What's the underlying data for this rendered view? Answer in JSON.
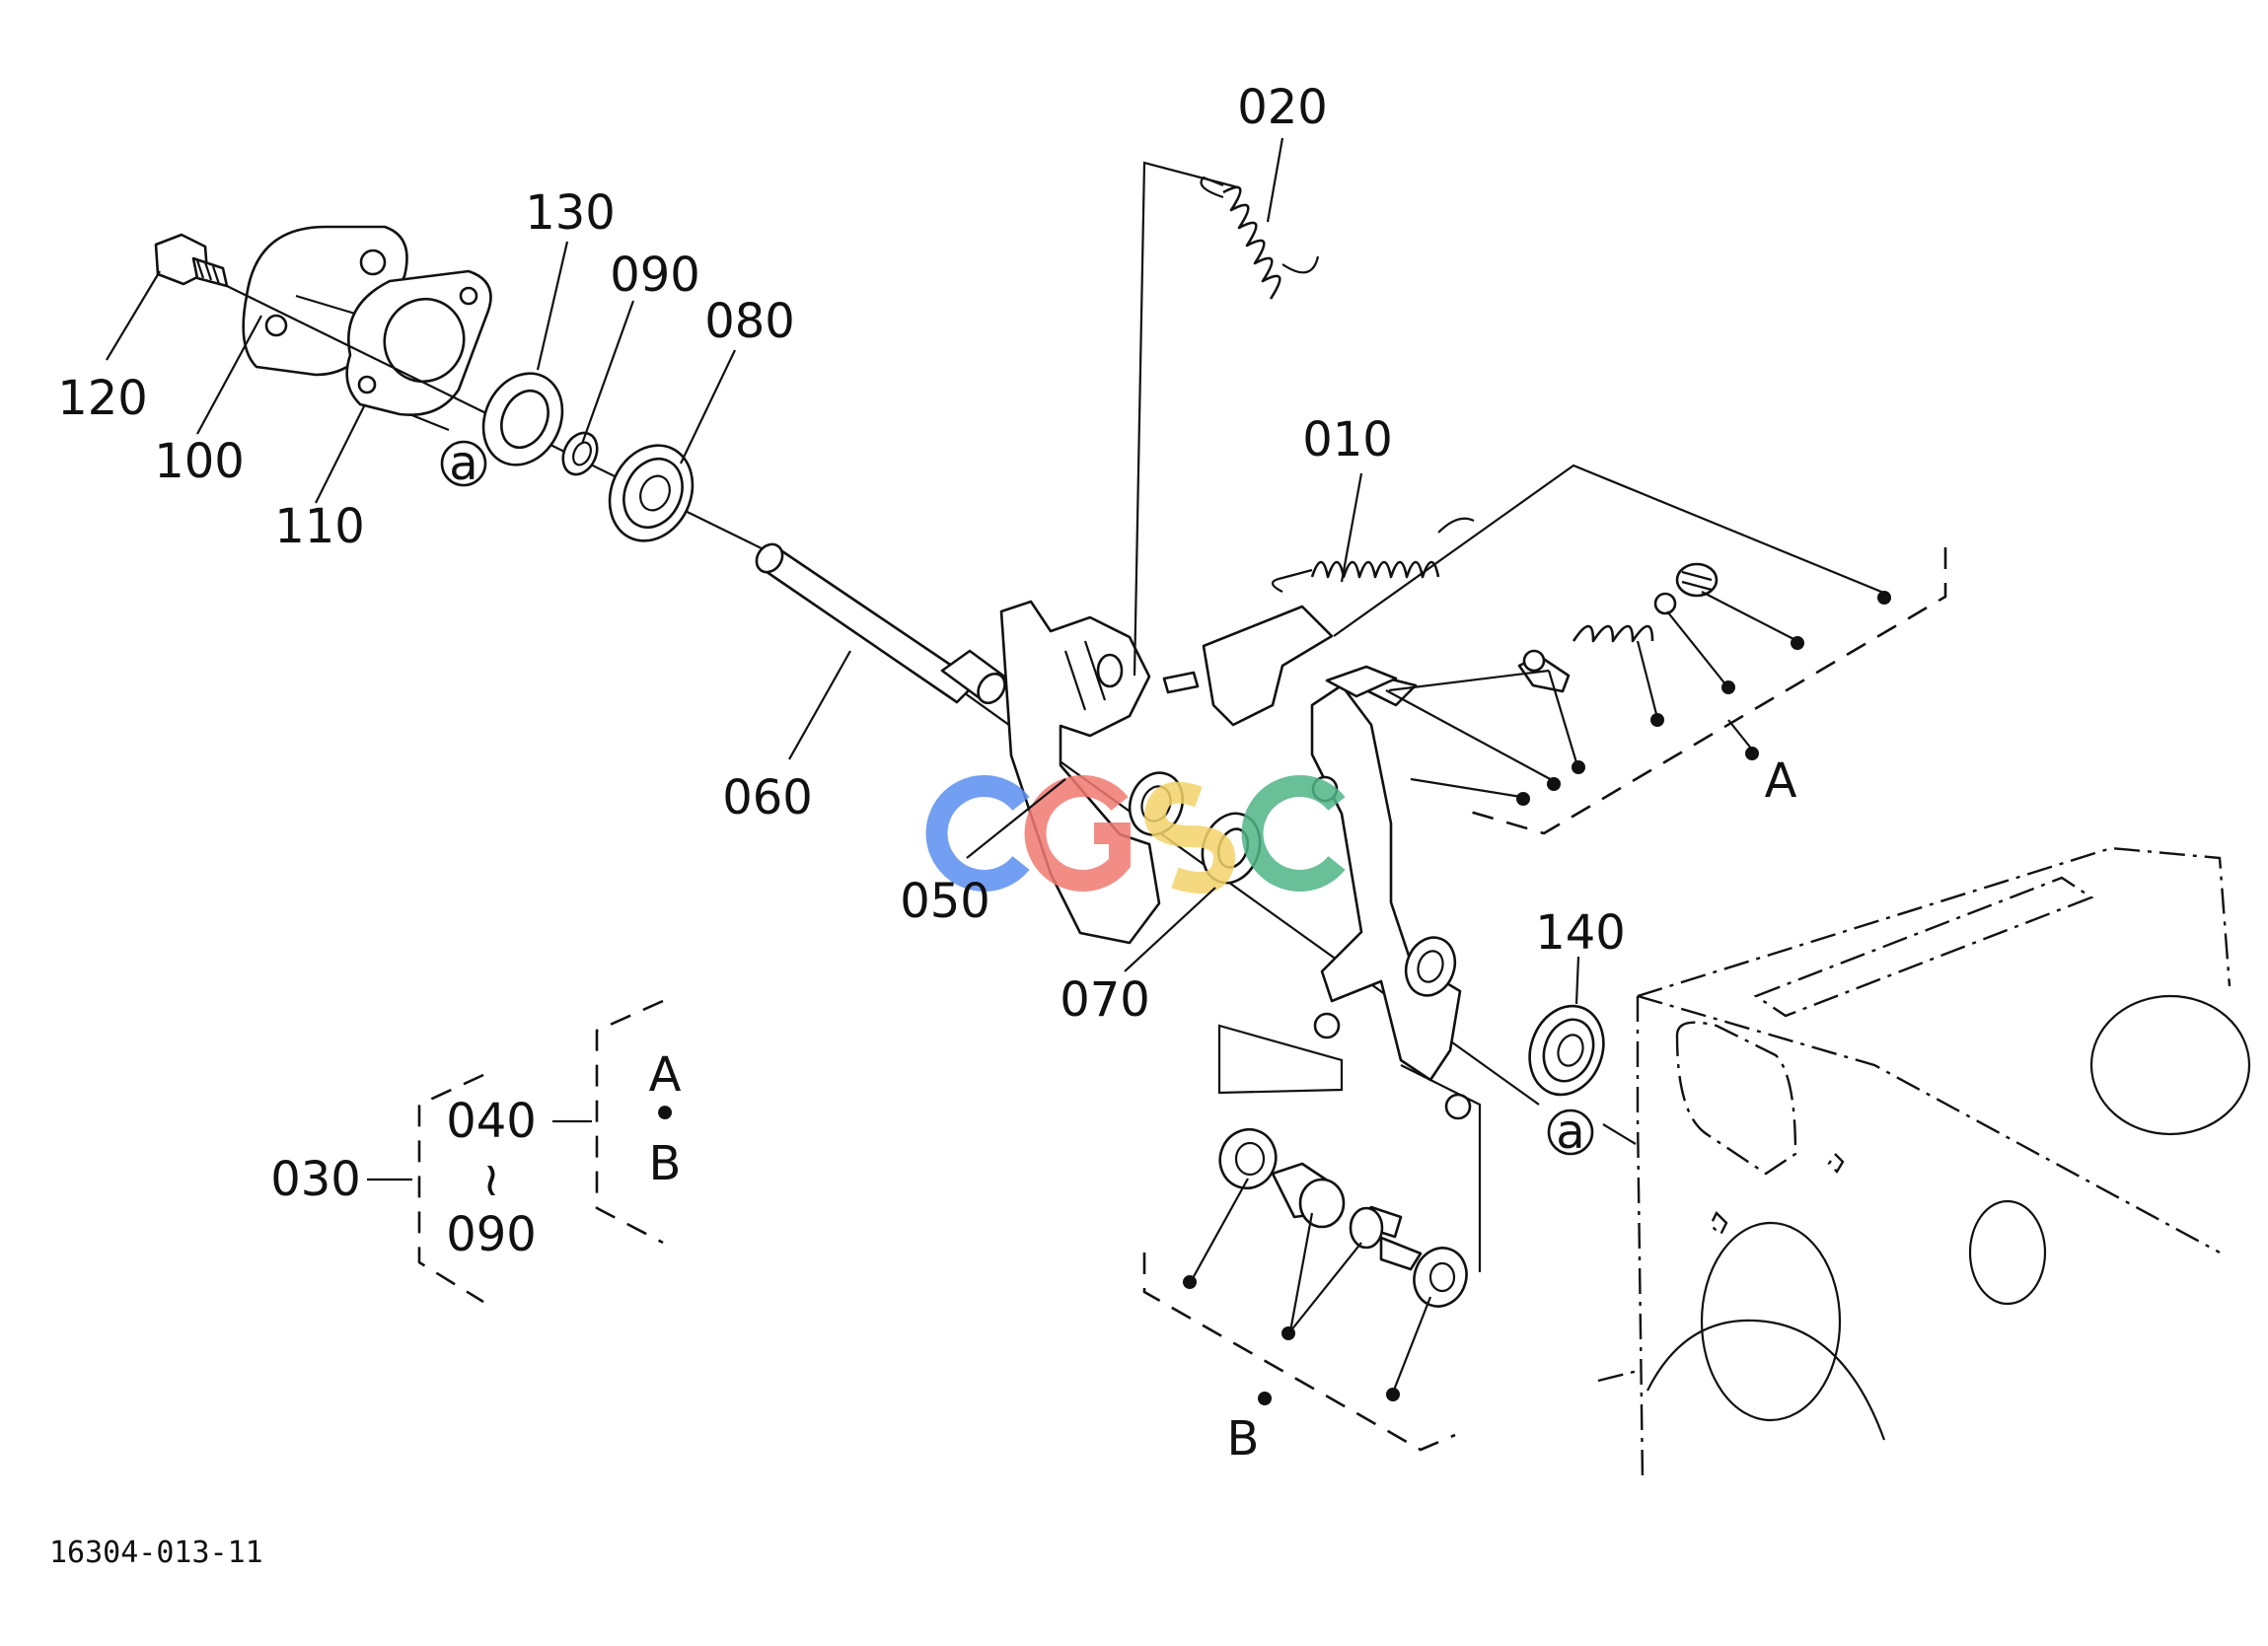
{
  "labels": {
    "p010": "010",
    "p020": "020",
    "p030": "030",
    "p040": "040",
    "p050": "050",
    "p060": "060",
    "p070": "070",
    "p080": "080",
    "p090": "090",
    "p090b": "090",
    "p100": "100",
    "p110": "110",
    "p120": "120",
    "p130": "130",
    "p140": "140",
    "group_a": "A",
    "group_b": "B",
    "kit_a": "A",
    "kit_dot": "•",
    "kit_b": "B",
    "tilde": "≀",
    "ref_a1": "a",
    "ref_a2": "a"
  },
  "watermark": {
    "text": "CGSC",
    "colors": [
      "#5b8ff0",
      "#f07a72",
      "#f3d36a",
      "#4fb486"
    ]
  },
  "drawing_number": "16304-013-11"
}
